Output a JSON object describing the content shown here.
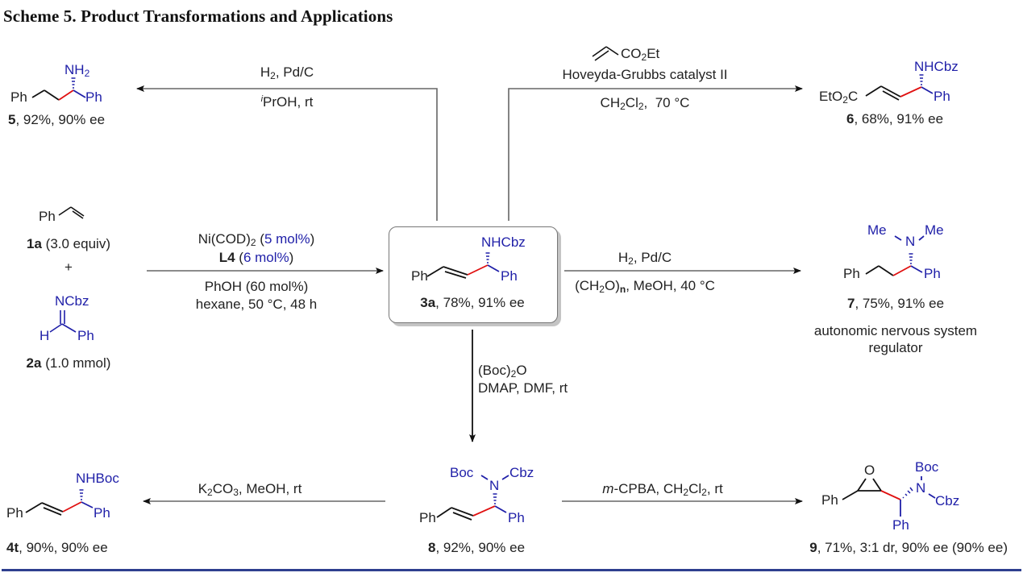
{
  "title": "Scheme 5. Product Transformations and Applications",
  "colors": {
    "nitrogen_group": "#1f1fa8",
    "new_bond": "#e01010",
    "rule": "#2e3f8f"
  },
  "starting_materials": {
    "styrene": {
      "ph": "Ph",
      "id": "1a",
      "note": "(3.0 equiv)"
    },
    "plus": "+",
    "imine": {
      "n": "NCbz",
      "h": "H",
      "ph": "Ph",
      "id": "2a",
      "note": "(1.0 mmol)"
    }
  },
  "main_reaction": {
    "line1_a": "Ni(COD)",
    "line1_sub": "2",
    "line1_b": " (",
    "line1_blue": "5 mol%",
    "line1_c": ")",
    "line2_a": "L4",
    "line2_b": " (",
    "line2_blue": "6 mol%",
    "line2_c": ")",
    "line3": "PhOH (60 mol%)",
    "line4": "hexane, 50 °C, 48 h"
  },
  "product_3a": {
    "ph_left": "Ph",
    "n": "NHCbz",
    "ph_right": "Ph",
    "id": "3a",
    "result": ", 78%, 91% ee"
  },
  "to_5": {
    "line1_a": "H",
    "line1_sub": "2",
    "line1_b": ", Pd/C",
    "line2_sup": "i",
    "line2": "PrOH, rt"
  },
  "product_5": {
    "ph_left": "Ph",
    "n_a": "NH",
    "n_sub": "2",
    "ph_right": "Ph",
    "id": "5",
    "result": ", 92%, 90% ee"
  },
  "to_6": {
    "reagent_a": "CO",
    "reagent_sub": "2",
    "reagent_b": "Et",
    "line1": "Hoveyda-Grubbs catalyst II",
    "line2_a": "CH",
    "line2_sub1": "2",
    "line2_b": "Cl",
    "line2_sub2": "2",
    "line2_c": ",  70 °C"
  },
  "product_6": {
    "ester_a": "EtO",
    "ester_sub": "2",
    "ester_b": "C",
    "n": "NHCbz",
    "ph_right": "Ph",
    "id": "6",
    "result": ", 68%, 91% ee"
  },
  "to_7": {
    "line1_a": "H",
    "line1_sub": "2",
    "line1_b": ", Pd/C",
    "line2_a": "(CH",
    "line2_sub": "2",
    "line2_b": "O)",
    "line2_subn": "n",
    "line2_c": ", MeOH, 40 °C"
  },
  "product_7": {
    "ph_left": "Ph",
    "me_left": "Me",
    "n": "N",
    "me_right": "Me",
    "ph_right": "Ph",
    "id": "7",
    "result": ", 75%, 91% ee",
    "note_line1": "autonomic nervous system",
    "note_line2": "regulator"
  },
  "to_8": {
    "line1_a": "(Boc)",
    "line1_sub": "2",
    "line1_b": "O",
    "line2": "DMAP, DMF, rt"
  },
  "product_8": {
    "boc": "Boc",
    "n": "N",
    "cbz": "Cbz",
    "ph_left": "Ph",
    "ph_right": "Ph",
    "id": "8",
    "result": ", 92%, 90% ee"
  },
  "to_4t": {
    "line1_a": "K",
    "line1_sub1": "2",
    "line1_b": "CO",
    "line1_sub2": "3",
    "line1_c": ", MeOH, rt"
  },
  "product_4t": {
    "ph_left": "Ph",
    "n": "NHBoc",
    "ph_right": "Ph",
    "id": "4t",
    "result": ", 90%, 90% ee"
  },
  "to_9": {
    "line1_a": "m",
    "line1_b": "-CPBA, CH",
    "line1_sub1": "2",
    "line1_c": "Cl",
    "line1_sub2": "2",
    "line1_d": ", rt"
  },
  "product_9": {
    "ph_left": "Ph",
    "o": "O",
    "boc": "Boc",
    "n": "N",
    "cbz": "Cbz",
    "ph_bottom": "Ph",
    "id": "9",
    "result": ", 71%, 3:1 dr, 90% ee (90% ee)"
  }
}
